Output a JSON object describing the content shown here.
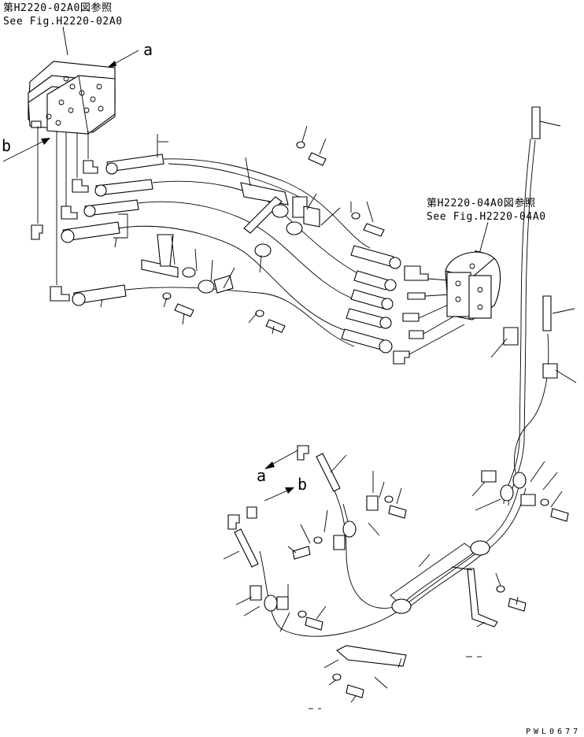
{
  "references": {
    "top_left_jp": "第H2220-02A0図参照",
    "top_left_en": "See Fig.H2220-02A0",
    "right_jp": "第H2220-04A0図参照",
    "right_en": "See Fig.H2220-04A0"
  },
  "view_markers": {
    "a_top": "a",
    "b_top": "b",
    "a_bottom": "a",
    "b_bottom": "b"
  },
  "drawing_code": "PWL0677",
  "icons": [
    "control-valve-icon",
    "swivel-joint-icon",
    "hose-icon",
    "clamp-icon",
    "bolt-icon",
    "washer-icon",
    "elbow-fitting-icon",
    "bracket-icon"
  ]
}
